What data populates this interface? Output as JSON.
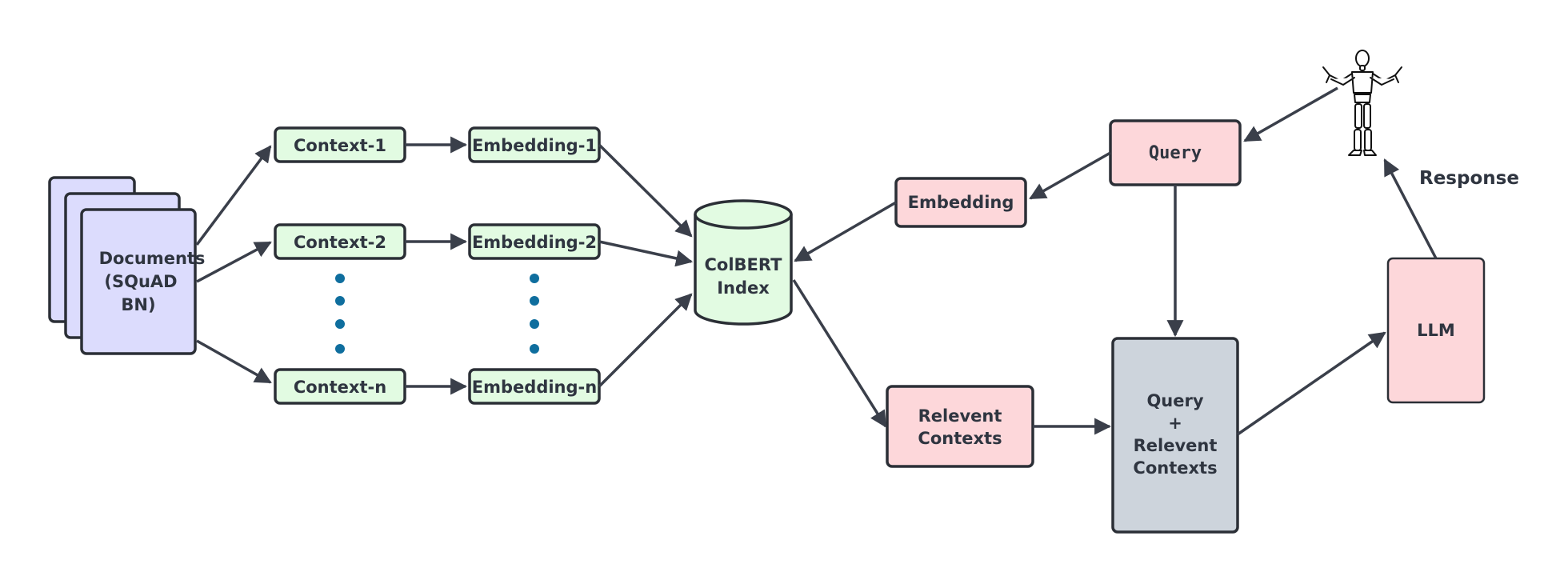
{
  "colors": {
    "doc_fill": "#dcdcfd",
    "green_fill": "#e2fbe2",
    "pink_fill": "#fdd7da",
    "gray_fill": "#cdd4dc",
    "stroke": "#2b2f36",
    "arrow": "#3a3f4a",
    "dots": "#0f6e9e"
  },
  "documents": {
    "line1": "Documents",
    "line2": "(SQuAD",
    "line3": "BN)"
  },
  "contexts": [
    "Context-1",
    "Context-2",
    "Context-n"
  ],
  "embeddings": [
    "Embedding-1",
    "Embedding-2",
    "Embedding-n"
  ],
  "index": {
    "line1": "ColBERT",
    "line2": "Index"
  },
  "query_embedding": "Embedding",
  "query": "Query",
  "relevant_contexts": {
    "line1": "Relevent",
    "line2": "Contexts"
  },
  "combined": {
    "line1": "Query",
    "line2": "+",
    "line3": "Relevent",
    "line4": "Contexts"
  },
  "llm": "LLM",
  "response": "Response",
  "user_icon": "person-icon"
}
